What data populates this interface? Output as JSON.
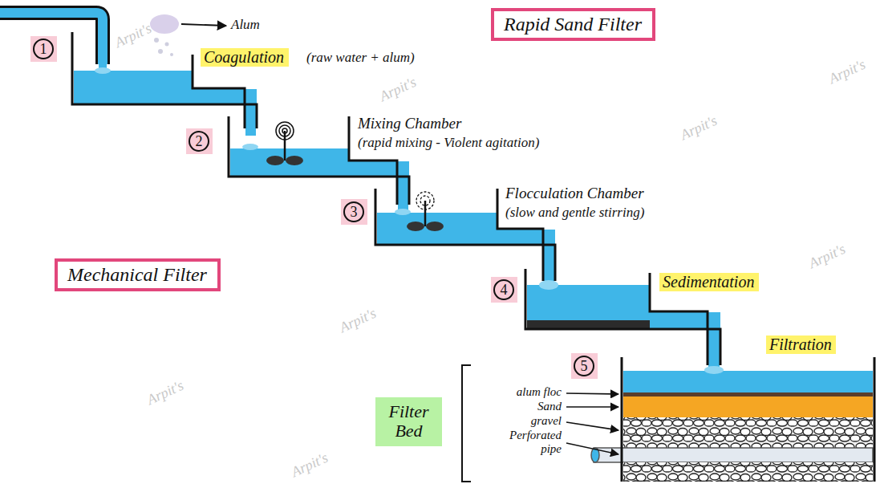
{
  "diagram": {
    "nodes": [
      {
        "text": [
          "Rapid Sand Filter"
        ]
      },
      {
        "text": [
          "1"
        ]
      },
      {
        "text": [
          "Coagulation"
        ]
      },
      {
        "text": [
          "2"
        ]
      },
      {
        "text": [
          "3"
        ]
      },
      {
        "text": [
          "Mechanical Filter"
        ]
      },
      {
        "text": [
          "4"
        ]
      },
      {
        "text": [
          "Sedimentation"
        ]
      },
      {
        "text": [
          "5"
        ]
      },
      {
        "text": [
          "Filtration"
        ]
      },
      {
        "text": [
          "Filter Bed"
        ]
      }
    ],
    "labels": [
      "Alum",
      "(raw water + alum)",
      "Mixing Chamber",
      "(rapid mixing - Violent agitation)",
      "Flocculation Chamber",
      "(slow and gentle stirring)",
      "alum floc",
      "Sand",
      "gravel",
      "Perforated pipe",
      "Arpit's",
      "Arpit's",
      "Arpit's",
      "Arpit's",
      "Arpit's",
      "Arpit's",
      "Arpit's",
      "Arpit's"
    ]
  }
}
